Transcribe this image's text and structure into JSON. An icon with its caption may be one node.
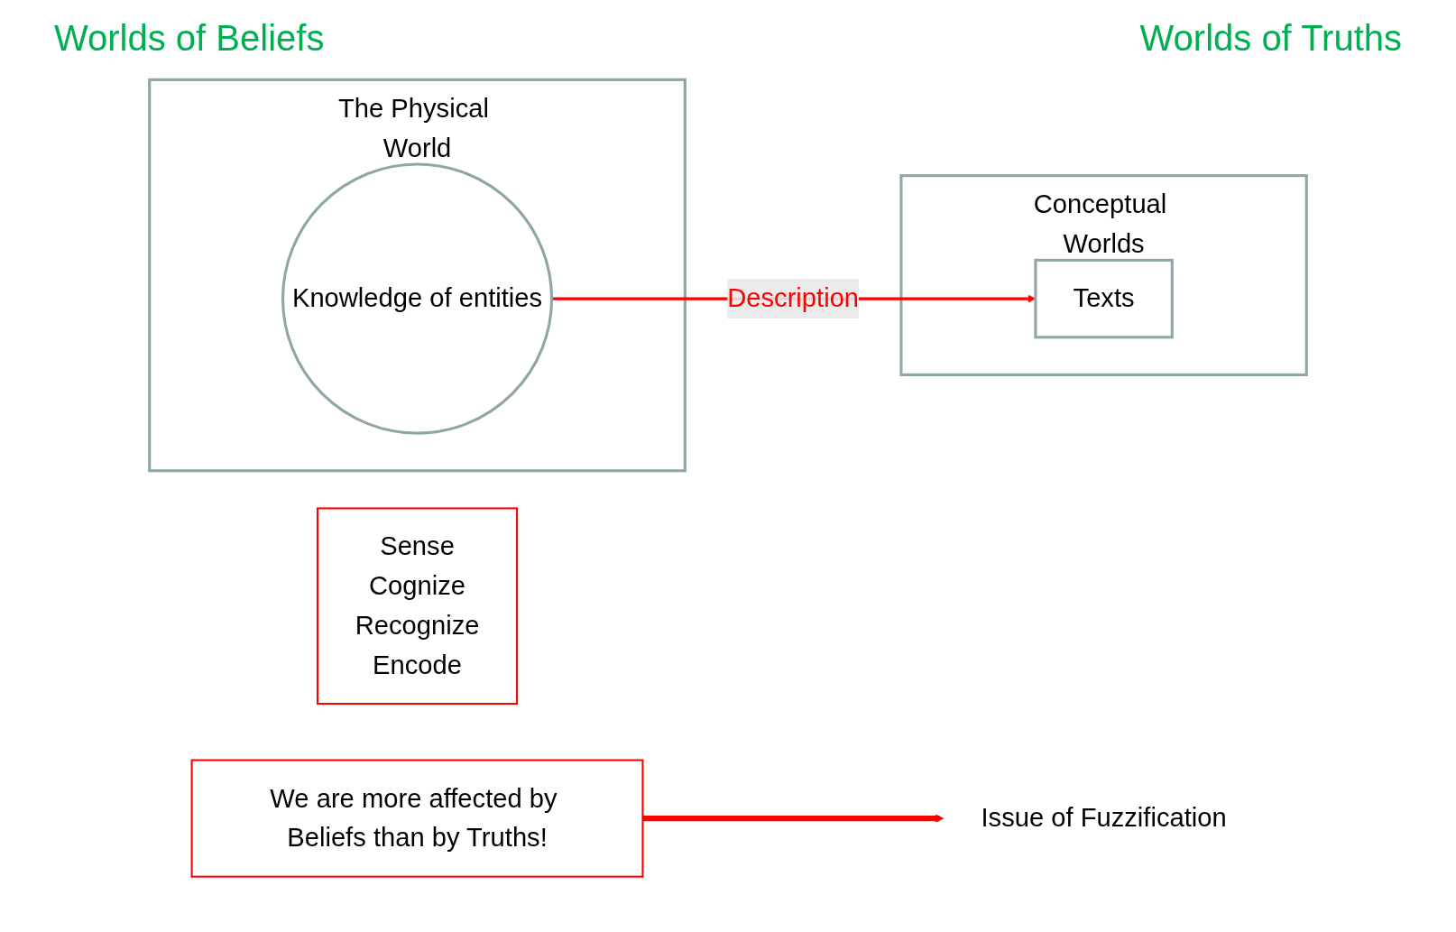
{
  "diagram": {
    "nodes": [
      {
        "text": [
          "Conceptual Worlds"
        ]
      },
      {
        "text": [
          "Texts"
        ],
        "in": 0
      },
      {
        "text": [
          "The Physical World"
        ]
      },
      {
        "text": [
          "Knowledge of entities"
        ],
        "in": 2
      },
      {
        "text": [
          "Sense",
          "Cognize",
          "Recognize",
          "Encode"
        ]
      },
      {
        "text": [
          "Issue of Fuzzification"
        ]
      },
      {
        "text": [
          "We are more affected by Beliefs than by Truths!"
        ]
      }
    ],
    "edges": [
      {
        "from": 3,
        "to": 1,
        "arrow": "to",
        "label": "Description",
        "color": "#ff0000"
      },
      {
        "from": 6,
        "to": 5,
        "arrow": "to",
        "style": "thick",
        "color": "#ff0000"
      }
    ],
    "labels": [
      "Worlds of Beliefs",
      "Worlds of Truths"
    ]
  }
}
